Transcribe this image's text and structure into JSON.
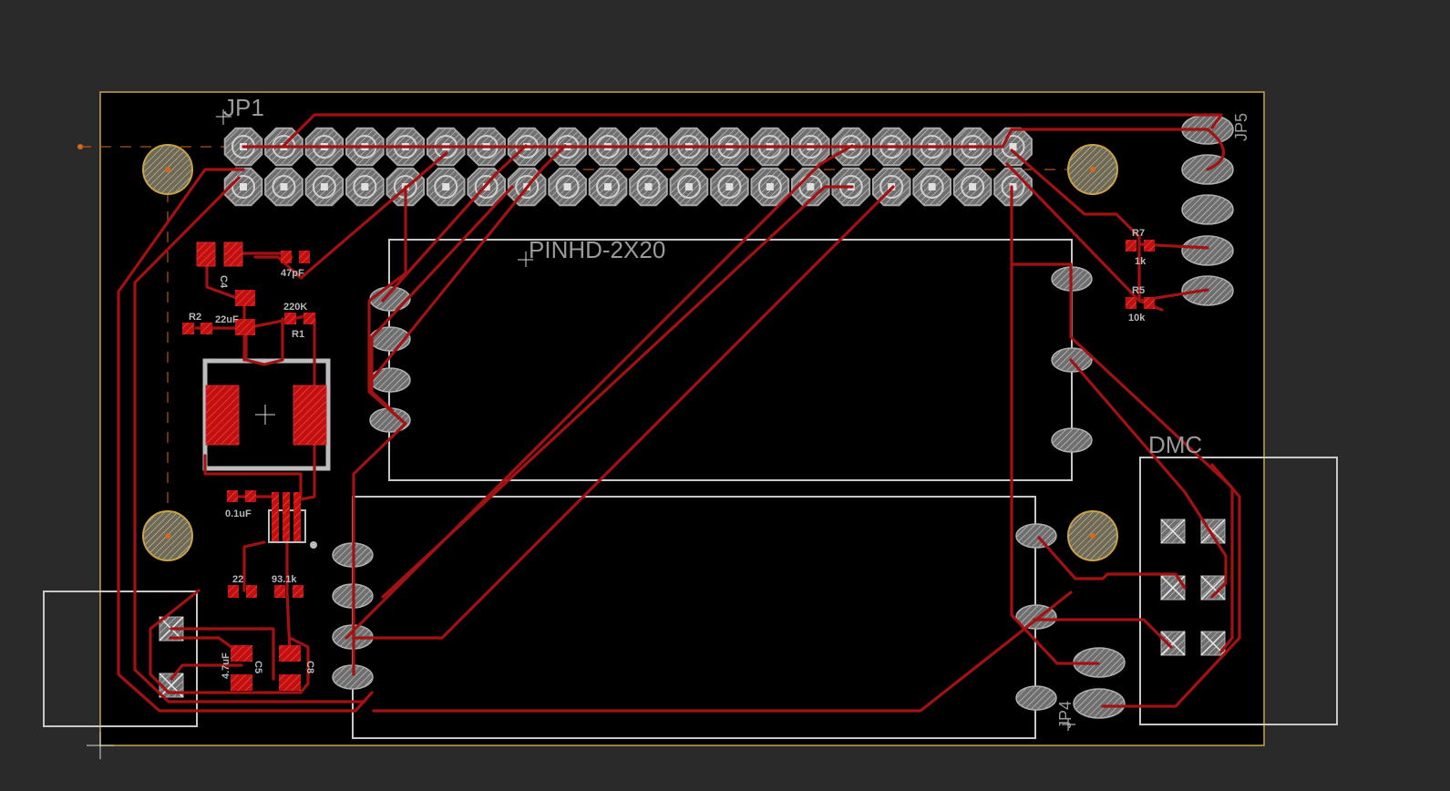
{
  "window": {
    "background": "#2a2a2a"
  },
  "colors": {
    "board": "#000000",
    "board_outline": "#c8a24a",
    "trace": "#a31212",
    "silkscreen": "#c8c8c8",
    "pad": "#a8a8a8",
    "dimension": "#d9671a"
  },
  "labels": {
    "jp1": "JP1",
    "pinhd": "PINHD-2X20",
    "dmc": "DMC",
    "jp5": "JP5",
    "jp4": "JP4"
  },
  "parts": {
    "c4": "C4",
    "c47pf": "47pF",
    "r2": "R2",
    "c22uf": "22uF",
    "r220k": "220K",
    "r1": "R1",
    "c01uf": "0.1uF",
    "r22": "22",
    "r931k": "93.1k",
    "c47uf": "4.7uF",
    "c5": "C5",
    "c8": "C8",
    "r7": "R7",
    "r1k": "1k",
    "r5": "R5",
    "r10k": "10k"
  }
}
